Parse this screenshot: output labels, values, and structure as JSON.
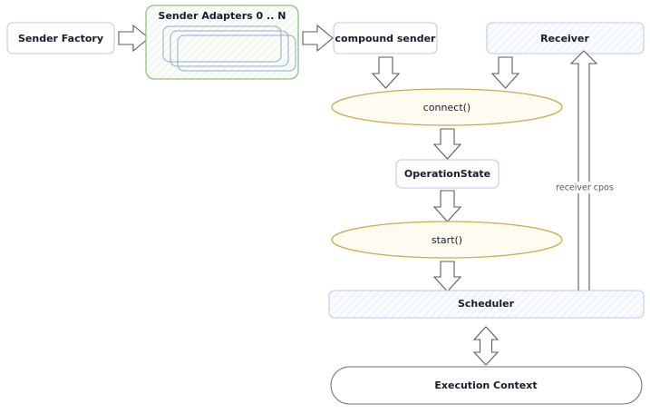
{
  "diagram": {
    "type": "flow-diagram",
    "background_color": "#ffffff",
    "nodes": [
      {
        "id": "sender-factory",
        "label": "Sender Factory",
        "shape": "rounded-rect",
        "fill": "#fefeff",
        "stroke": "#b9cde5"
      },
      {
        "id": "sender-adapters",
        "label": "Sender Adapters 0 .. N",
        "shape": "group-rounded-rect",
        "fill": "#f4faf2",
        "stroke": "#8cc07e"
      },
      {
        "id": "compound-sender",
        "label": "compound sender",
        "shape": "rounded-rect",
        "fill": "#fefeff",
        "stroke": "#b9cde5"
      },
      {
        "id": "receiver",
        "label": "Receiver",
        "shape": "rounded-rect",
        "fill": "#fbfcfe",
        "stroke": "#b9cde5"
      },
      {
        "id": "connect",
        "label": "connect()",
        "shape": "ellipse",
        "fill": "#fefcf0",
        "stroke": "#c9ab4b"
      },
      {
        "id": "operation-state",
        "label": "OperationState",
        "shape": "rounded-rect",
        "fill": "#fefeff",
        "stroke": "#b9cde5"
      },
      {
        "id": "start",
        "label": "start()",
        "shape": "ellipse",
        "fill": "#fefcf0",
        "stroke": "#c9ab4b"
      },
      {
        "id": "scheduler",
        "label": "Scheduler",
        "shape": "rounded-rect",
        "fill": "#fbfcfe",
        "stroke": "#b9cde5"
      },
      {
        "id": "execution-context",
        "label": "Execution Context",
        "shape": "stadium",
        "fill": "#ffffff",
        "stroke": "#6e7378"
      }
    ],
    "edges": [
      {
        "id": "e-factory-adapters",
        "from": "sender-factory",
        "to": "sender-adapters",
        "style": "block-arrow-right",
        "label": ""
      },
      {
        "id": "e-adapters-compound",
        "from": "sender-adapters",
        "to": "compound-sender",
        "style": "block-arrow-right",
        "label": ""
      },
      {
        "id": "e-compound-connect",
        "from": "compound-sender",
        "to": "connect",
        "style": "block-arrow-down",
        "label": ""
      },
      {
        "id": "e-receiver-connect",
        "from": "receiver",
        "to": "connect",
        "style": "block-arrow-down",
        "label": ""
      },
      {
        "id": "e-connect-opstate",
        "from": "connect",
        "to": "operation-state",
        "style": "block-arrow-down",
        "label": ""
      },
      {
        "id": "e-opstate-start",
        "from": "operation-state",
        "to": "start",
        "style": "block-arrow-down",
        "label": ""
      },
      {
        "id": "e-start-scheduler",
        "from": "start",
        "to": "scheduler",
        "style": "block-arrow-down",
        "label": ""
      },
      {
        "id": "e-scheduler-receiver",
        "from": "scheduler",
        "to": "receiver",
        "style": "block-arrow-up-tall",
        "label": "receiver cpos"
      },
      {
        "id": "e-scheduler-exec",
        "from": "scheduler",
        "to": "execution-context",
        "style": "block-arrow-double-vertical",
        "label": ""
      }
    ],
    "labels": {
      "sender_factory": "Sender Factory",
      "sender_adapters": "Sender Adapters 0 .. N",
      "compound_sender": "compound sender",
      "receiver": "Receiver",
      "connect": "connect()",
      "operation_state": "OperationState",
      "start": "start()",
      "scheduler": "Scheduler",
      "execution_context": "Execution Context",
      "receiver_cpos": "receiver cpos"
    }
  }
}
